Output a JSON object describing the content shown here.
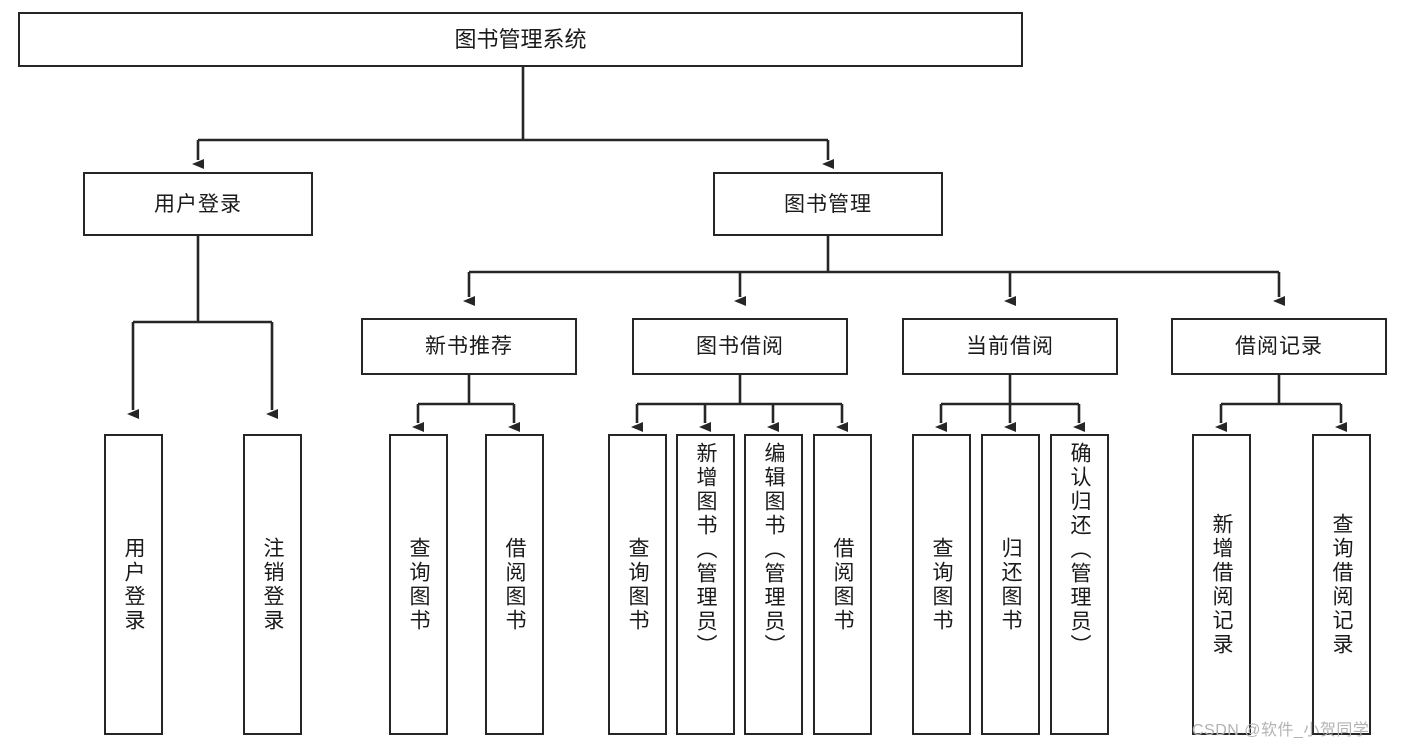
{
  "diagram": {
    "title": "图书管理系统",
    "type": "tree-structure-chart",
    "watermark": "CSDN @软件_小贺同学",
    "colors": {
      "stroke": "#262626",
      "background": "#ffffff",
      "text": "#1a1a1a",
      "watermark": "#b3b3b3"
    }
  },
  "root": {
    "label": "图书管理系统"
  },
  "level2": [
    {
      "label": "用户登录"
    },
    {
      "label": "图书管理"
    }
  ],
  "level3": [
    {
      "label": "新书推荐"
    },
    {
      "label": "图书借阅"
    },
    {
      "label": "当前借阅"
    },
    {
      "label": "借阅记录"
    }
  ],
  "leaves": {
    "user_login": [
      {
        "label": "用户登录"
      },
      {
        "label": "注销登录"
      }
    ],
    "new_book": [
      {
        "label": "查询图书"
      },
      {
        "label": "借阅图书"
      }
    ],
    "borrow_book": [
      {
        "label": "查询图书"
      },
      {
        "label": "新增图书（管理员）"
      },
      {
        "label": "编辑图书（管理员）"
      },
      {
        "label": "借阅图书"
      }
    ],
    "current_borrow": [
      {
        "label": "查询图书"
      },
      {
        "label": "归还图书"
      },
      {
        "label": "确认归还（管理员）"
      }
    ],
    "borrow_record": [
      {
        "label": "新增借阅记录"
      },
      {
        "label": "查询借阅记录"
      }
    ]
  }
}
